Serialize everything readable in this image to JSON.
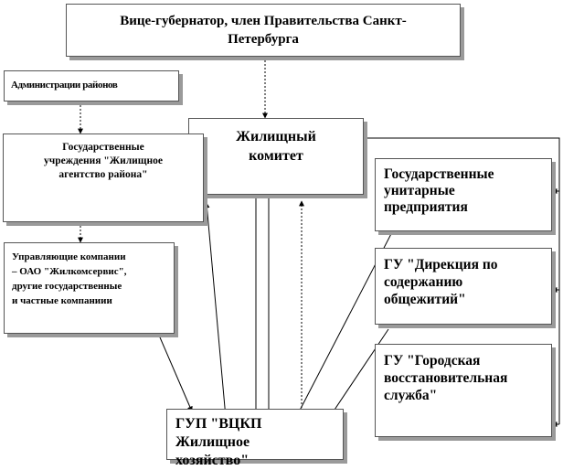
{
  "boxes": {
    "vice_governor": [
      "Вице-губернатор, член Правительства Санкт-",
      "Петербурга"
    ],
    "district_admins": [
      "Администрации районов"
    ],
    "housing_committee": [
      "Жилищный",
      "комитет"
    ],
    "housing_agency": [
      "Государственные",
      "учреждения \"Жилищное",
      "агентство района\""
    ],
    "management_companies": [
      "Управляющие компании",
      "– ОАО \"Жилкомсервис\",",
      "другие государственные",
      "и частные компаниии"
    ],
    "unitary_enterprises": [
      "Государственные",
      "унитарные",
      "предприятия"
    ],
    "dormitory_directorate": [
      "ГУ \"Дирекция по",
      "содержанию",
      "общежитий\""
    ],
    "restoration_service": [
      "ГУ \"Городская",
      "восстановительная",
      "служба\""
    ],
    "vckp": [
      "ГУП \"ВЦКП",
      "Жилищное",
      "хозяйство\""
    ]
  }
}
